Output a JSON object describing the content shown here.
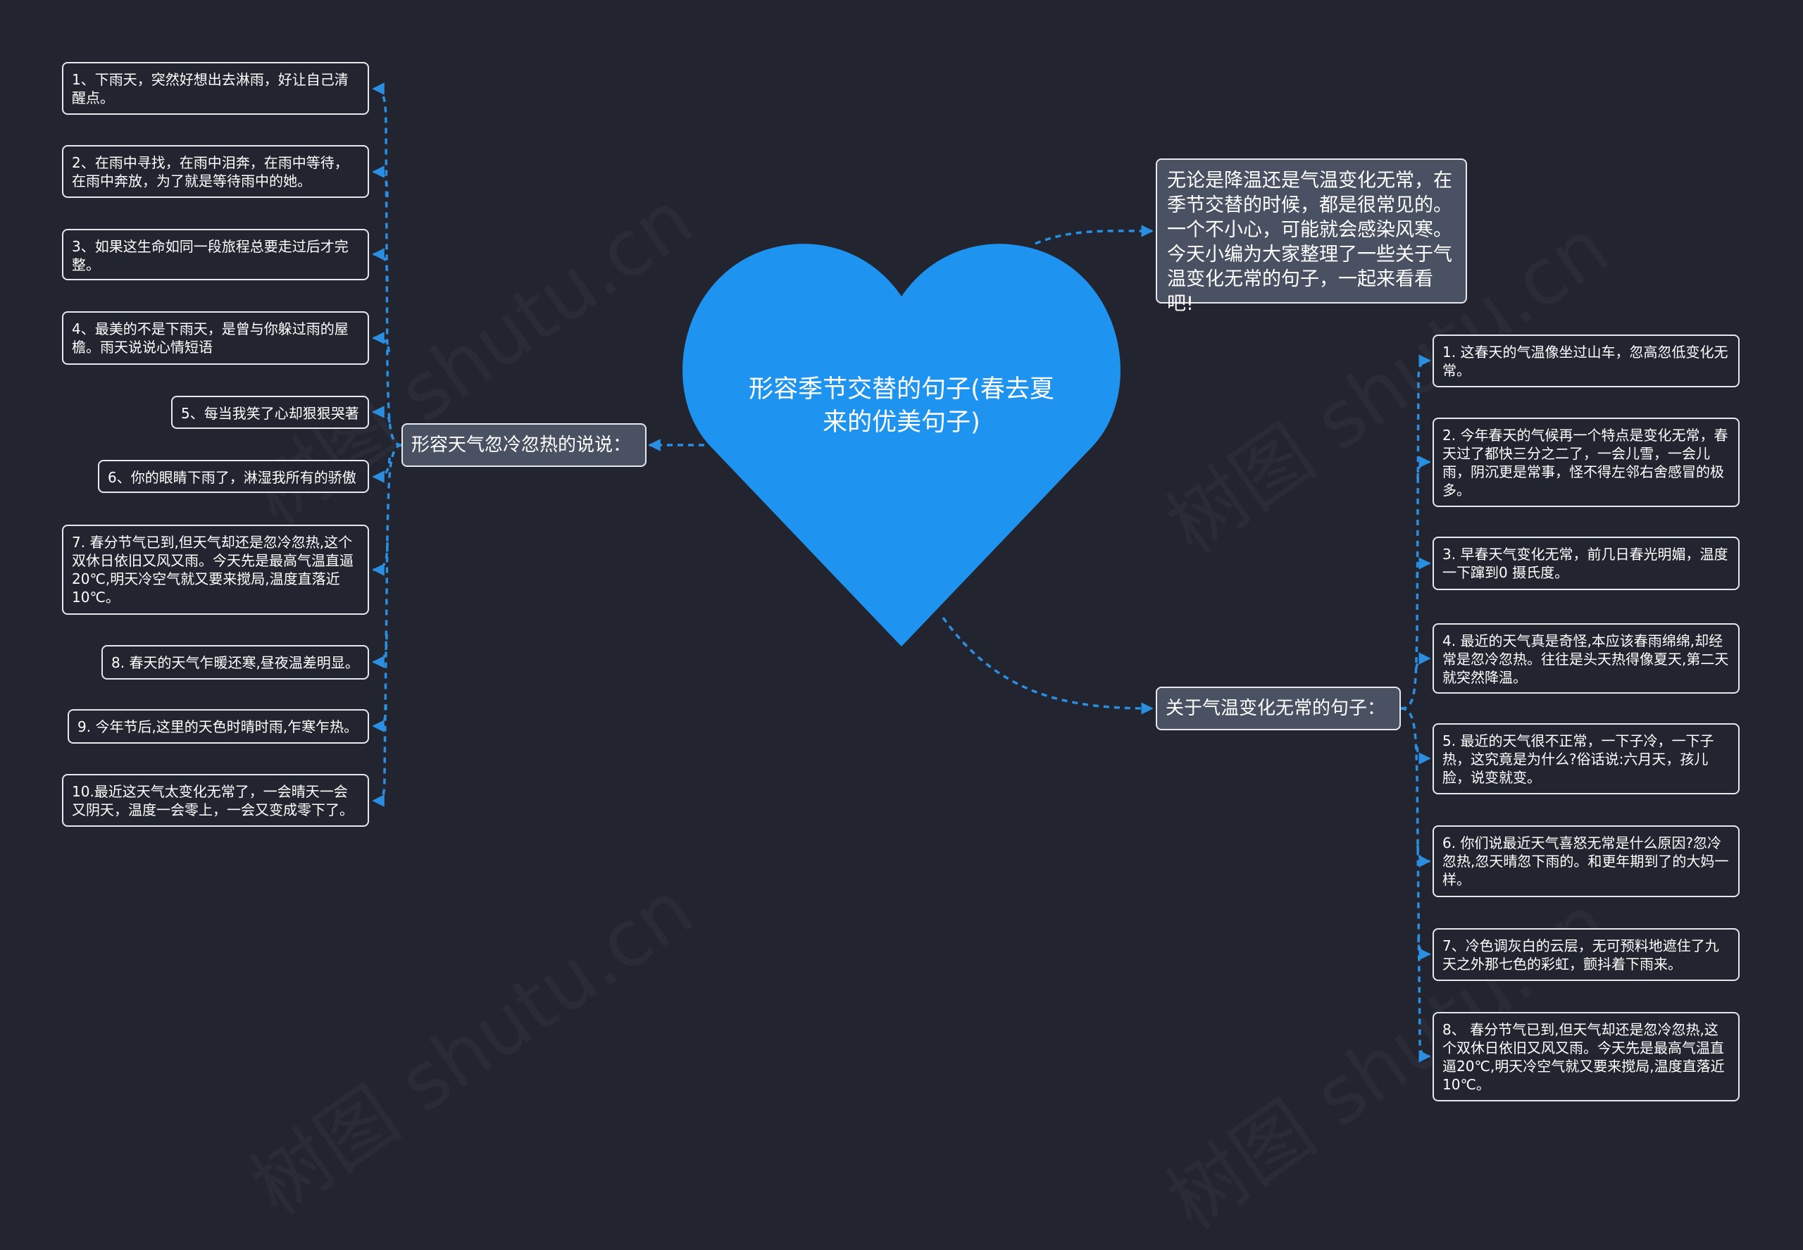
{
  "center": {
    "title": "形容季节交替的句子(春去夏来的优美句子)"
  },
  "intro": "无论是降温还是气温变化无常，在季节交替的时候，都是很常见的。一个不小心，可能就会感染风寒。今天小编为大家整理了一些关于气温变化无常的句子，一起来看看吧!",
  "left_branch": {
    "label": "形容天气忽冷忽热的说说：",
    "items": [
      "1、下雨天，突然好想出去淋雨，好让自己清醒点。",
      "2、在雨中寻找，在雨中泪奔，在雨中等待，在雨中奔放，为了就是等待雨中的她。",
      "3、如果这生命如同一段旅程总要走过后才完整。",
      "4、最美的不是下雨天，是曾与你躲过雨的屋檐。雨天说说心情短语",
      "5、每当我笑了心却狠狠哭著",
      "6、你的眼睛下雨了，淋湿我所有的骄傲",
      "7. 春分节气已到,但天气却还是忽冷忽热,这个双休日依旧又风又雨。今天先是最高气温直逼20℃,明天冷空气就又要来搅局,温度直落近10℃。",
      "8. 春天的天气乍暖还寒,昼夜温差明显。",
      "9. 今年节后,这里的天色时晴时雨,乍寒乍热。",
      "10.最近这天气太变化无常了，一会晴天一会又阴天，温度一会零上，一会又变成零下了。"
    ]
  },
  "right_branch": {
    "label": "关于气温变化无常的句子：",
    "items": [
      "1. 这春天的气温像坐过山车，忽高忽低变化无常。",
      "2. 今年春天的气候再一个特点是变化无常，春天过了都快三分之二了，一会儿雪，一会儿雨，阴沉更是常事，怪不得左邻右舍感冒的极多。",
      "3. 早春天气变化无常，前几日春光明媚，温度一下蹿到0 摄氏度。",
      "4. 最近的天气真是奇怪,本应该春雨绵绵,却经常是忽冷忽热。往往是头天热得像夏天,第二天就突然降温。",
      "5. 最近的天气很不正常，一下子冷，一下子热，这究竟是为什么?俗话说:六月天，孩儿脸，说变就变。",
      "6. 你们说最近天气喜怒无常是什么原因?忽冷忽热,忽天晴忽下雨的。和更年期到了的大妈一样。",
      "7、冷色调灰白的云层，无可预料地遮住了九天之外那七色的彩虹，颤抖着下雨来。",
      "8、 春分节气已到,但天气却还是忽冷忽热,这个双休日依旧又风又雨。今天先是最高气温直逼20℃,明天冷空气就又要来搅局,温度直落近10℃。"
    ]
  },
  "watermark": "树图 shutu.cn",
  "colors": {
    "background": "#22252f",
    "heart": "#1e93ef",
    "connector": "#2a8fe0",
    "branch_fill": "#4a5162"
  }
}
